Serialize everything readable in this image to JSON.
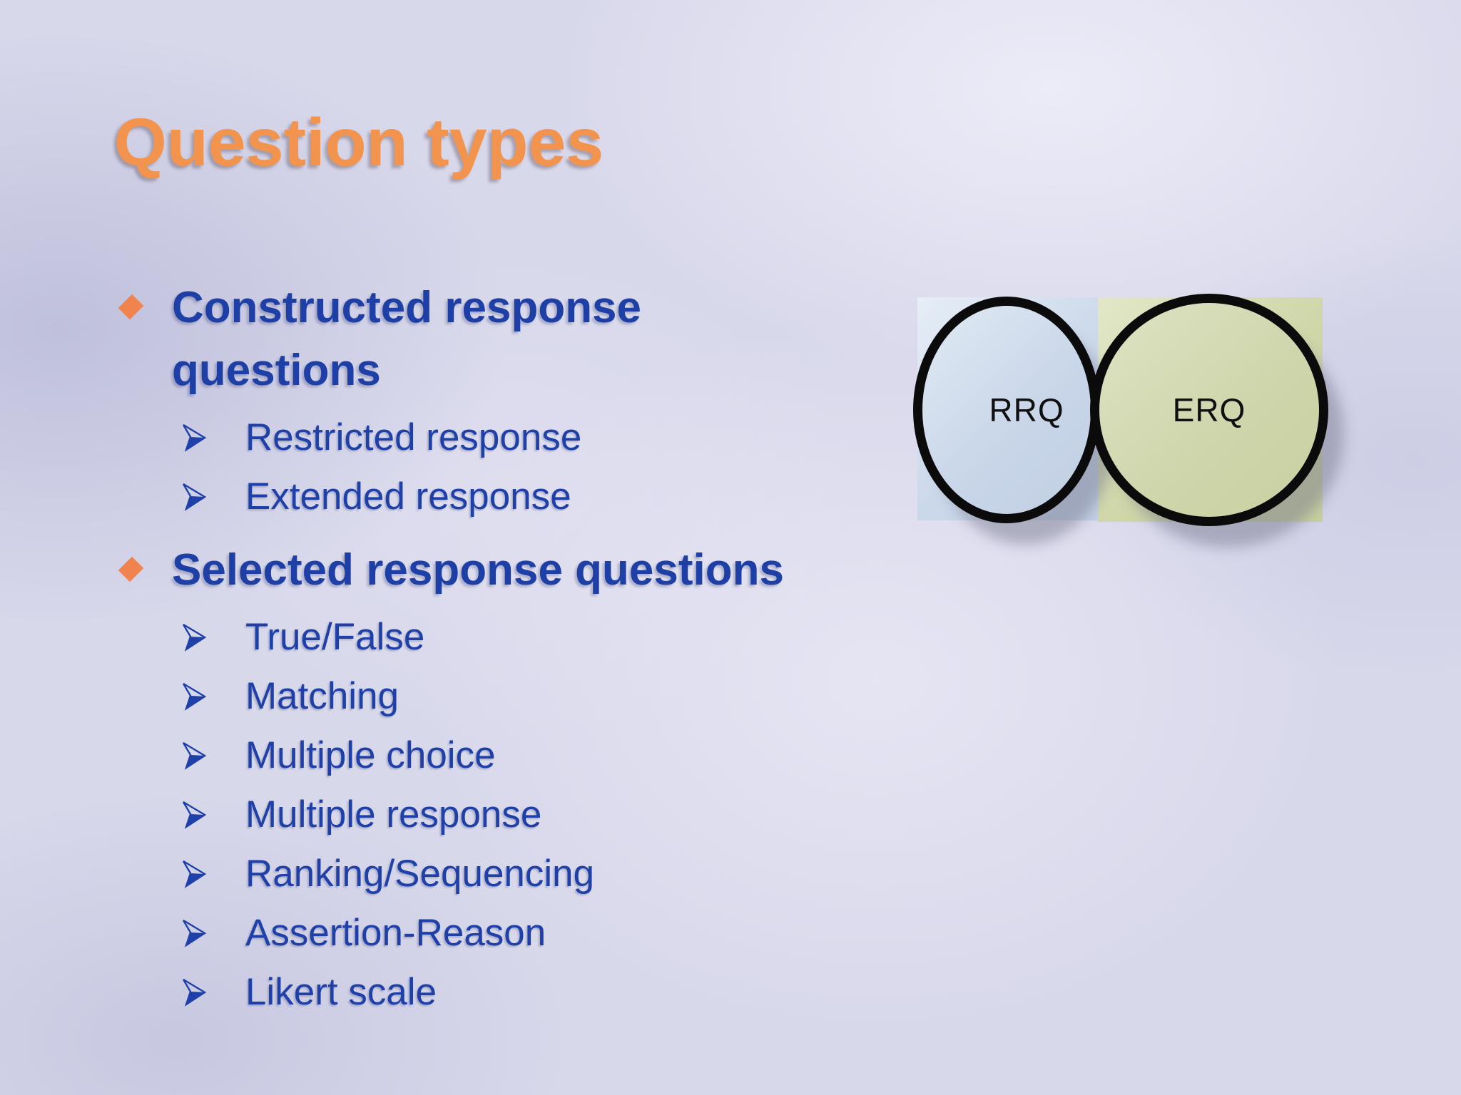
{
  "slide": {
    "title": "Question types",
    "sections": [
      {
        "heading": "Constructed response questions",
        "items": [
          "Restricted response",
          "Extended response"
        ]
      },
      {
        "heading": "Selected response questions",
        "items": [
          "True/False",
          "Matching",
          "Multiple choice",
          "Multiple response",
          "Ranking/Sequencing",
          "Assertion-Reason",
          "Likert scale"
        ]
      }
    ],
    "diagram": {
      "left_label": "RRQ",
      "right_label": "ERQ"
    },
    "icons": {
      "diamond_bullet": "diamond",
      "arrow_bullet": "➢"
    },
    "colors": {
      "title_orange": "#F2944E",
      "body_blue": "#1E40A8",
      "diamond_orange": "#F0834E",
      "rrq_fill": "#C5D2E6",
      "erq_fill": "#CDD4AC",
      "circle_stroke": "#0B0B0B",
      "background_lavender": "#D8D8EB"
    }
  }
}
